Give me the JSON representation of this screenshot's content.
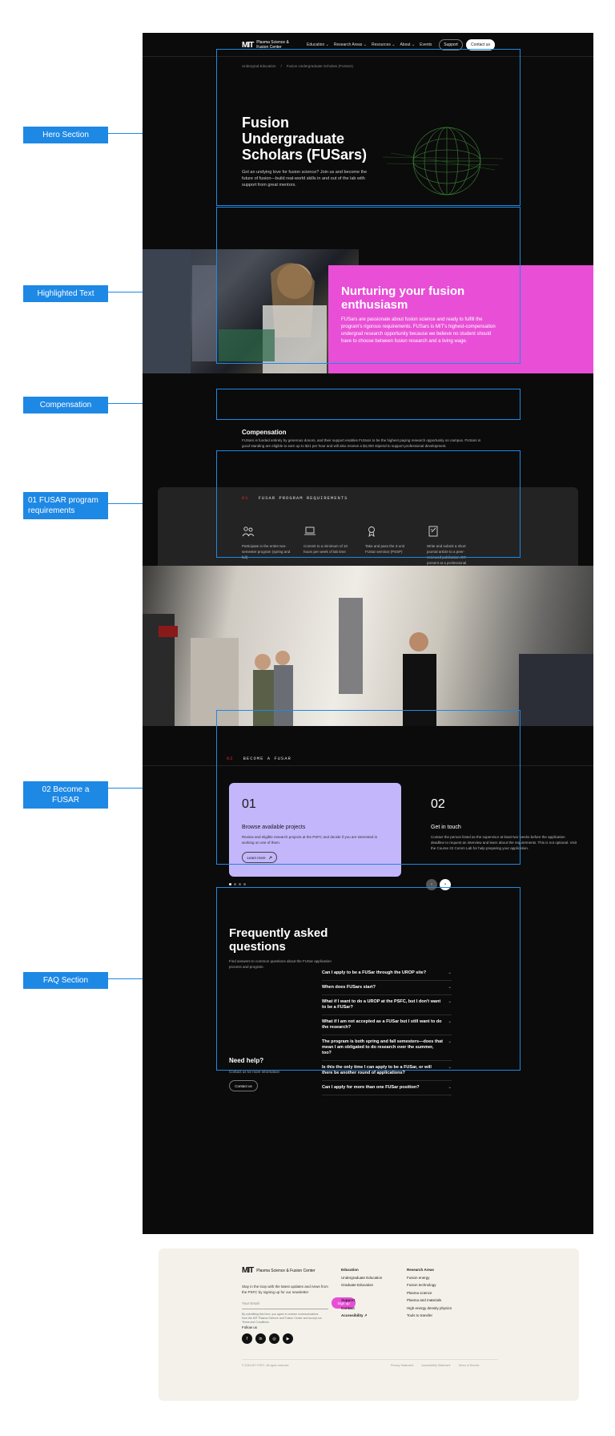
{
  "annotations": {
    "hero": "Hero Section",
    "highlighted": "Highlighted Text",
    "compensation": "Compensation",
    "requirements": "01 FUSAR program requirements",
    "become": "02 Become a FUSAR",
    "faq": "FAQ Section"
  },
  "nav": {
    "logo_mark": "MIT",
    "logo_text": "Plasma Science & Fusion Center",
    "links": [
      "Education ⌄",
      "Research Areas ⌄",
      "Resources ⌄",
      "About ⌄",
      "Events"
    ],
    "support": "Support",
    "contact": "Contact us"
  },
  "breadcrumbs": [
    "Undergrad Education",
    "/",
    "Fusion Undergraduate Scholars (FUSars)"
  ],
  "hero": {
    "title": "Fusion Undergraduate Scholars (FUSars)",
    "description": "Got an undying love for fusion science? Join us and become the future of fusion—build real-world skills in and out of the lab with support from great mentors."
  },
  "highlight": {
    "title": "Nurturing your fusion enthusiasm",
    "description": "FUSars are passionate about fusion science and ready to fulfill the program's rigorous requirements. FUSars is MIT's highest-compensation undergrad research opportunity because we believe no student should have to choose between fusion research and a living wage."
  },
  "compensation": {
    "title": "Compensation",
    "description": "FUSars is funded entirely by generous donors, and their support enables FUSars to be the highest paying research opportunity on campus. FUSars in good standing are eligible to earn up to $21 per hour and will also receive a $4,000 stipend to support professional development."
  },
  "requirements": {
    "num": "01",
    "heading": "FUSAR PROGRAM REQUIREMENTS",
    "items": [
      {
        "icon": "people-icon",
        "text": "Participate in the entire two-semester program (spring and fall)"
      },
      {
        "icon": "laptop-icon",
        "text": "Commit to a minimum of 10 hours per week of lab time"
      },
      {
        "icon": "badge-icon",
        "text": "Take and pass the 3-unit FUSar seminar (PSSP)"
      },
      {
        "icon": "document-icon",
        "text": "Write and submit a short journal article to a peer-reviewed publication OR present at a professional society conference"
      }
    ]
  },
  "become": {
    "num": "02",
    "heading": "BECOME A FUSAR",
    "steps": [
      {
        "num": "01",
        "title": "Browse available projects",
        "desc": "Review and eligible research projects at the PSFC and decide if you are interested in working on one of them.",
        "btn": "Learn more"
      },
      {
        "num": "02",
        "title": "Get in touch",
        "desc": "Contact the person listed as the supervisor at least two weeks before the application deadline to request an interview and learn about the requirements. This is not optional. Visit the Course 22 Comm Lab for help preparing your application."
      }
    ],
    "prev": "‹",
    "next": "›"
  },
  "faq": {
    "title": "Frequently asked questions",
    "subtitle": "Find answers to common questions about the FUSar application process and program.",
    "questions": [
      "Can I apply to be a FUSar through the UROP site?",
      "When does FUSars start?",
      "What if I want to do a UROP at the PSFC, but I don't want to be a FUSar?",
      "What if I am not accepted as a FUSar but I still want to do the research?",
      "The program is both spring and fall semesters—does that mean I am obligated to do research over the summer, too?",
      "Is this the only time I can apply to be a FUSar, or will there be another round of applications?",
      "Can I apply for more than one FUSar position?"
    ],
    "chevron": "⌄",
    "help_title": "Need help?",
    "help_sub": "Contact us for more information",
    "help_btn": "Contact us"
  },
  "footer": {
    "logo_mark": "MIT",
    "logo_text": "Plasma Science & Fusion Center",
    "newsletter": "Stay in the loop with the latest updates and news from the PSFC by signing up for our newsletter",
    "email_placeholder": "Your Email",
    "signup": "Sign up",
    "privacy": "By submitting this form, you agree to receive communications from the MIT Plasma Science and Fusion Center and accept our Terms and Conditions",
    "follow": "Follow us",
    "social": [
      "f",
      "in",
      "◎",
      "▶"
    ],
    "col1": {
      "items": [
        "Education",
        "Undergraduate Education",
        "Graduate Education",
        "",
        "Support",
        "Contact",
        "Accessibility ↗"
      ]
    },
    "col2": {
      "items": [
        "Research Areas",
        "Fusion energy",
        "Fusion technology",
        "Plasma science",
        "Plasma and materials",
        "High energy density physics",
        "Tools to transfer"
      ]
    },
    "copyright": "© 2024 MIT PSFC. All rights reserved.",
    "legal": [
      "Privacy Statement",
      "Accessibility Statement",
      "Terms of Service"
    ]
  }
}
